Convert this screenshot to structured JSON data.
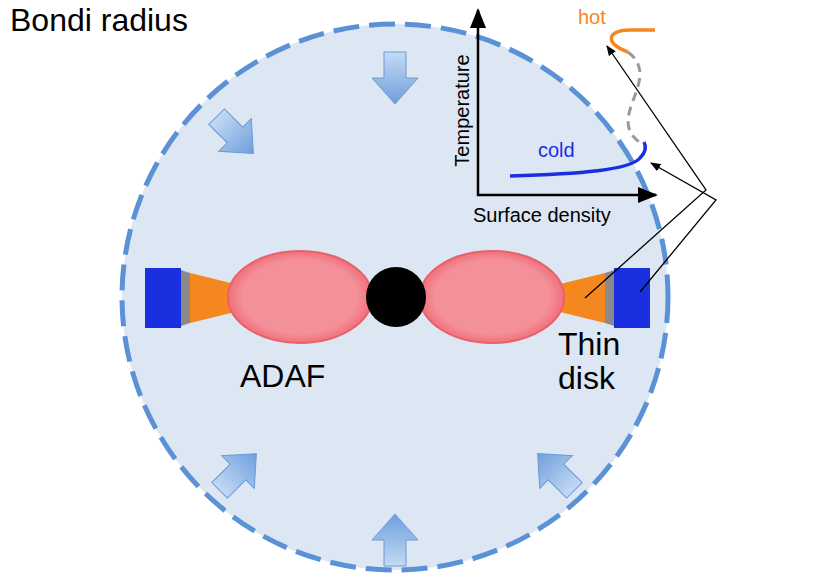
{
  "diagram": {
    "labels": [
      "Bondi radius",
      "hot",
      "cold",
      "Temperature",
      "Surface density",
      "ADAF",
      "Thin disk"
    ]
  }
}
